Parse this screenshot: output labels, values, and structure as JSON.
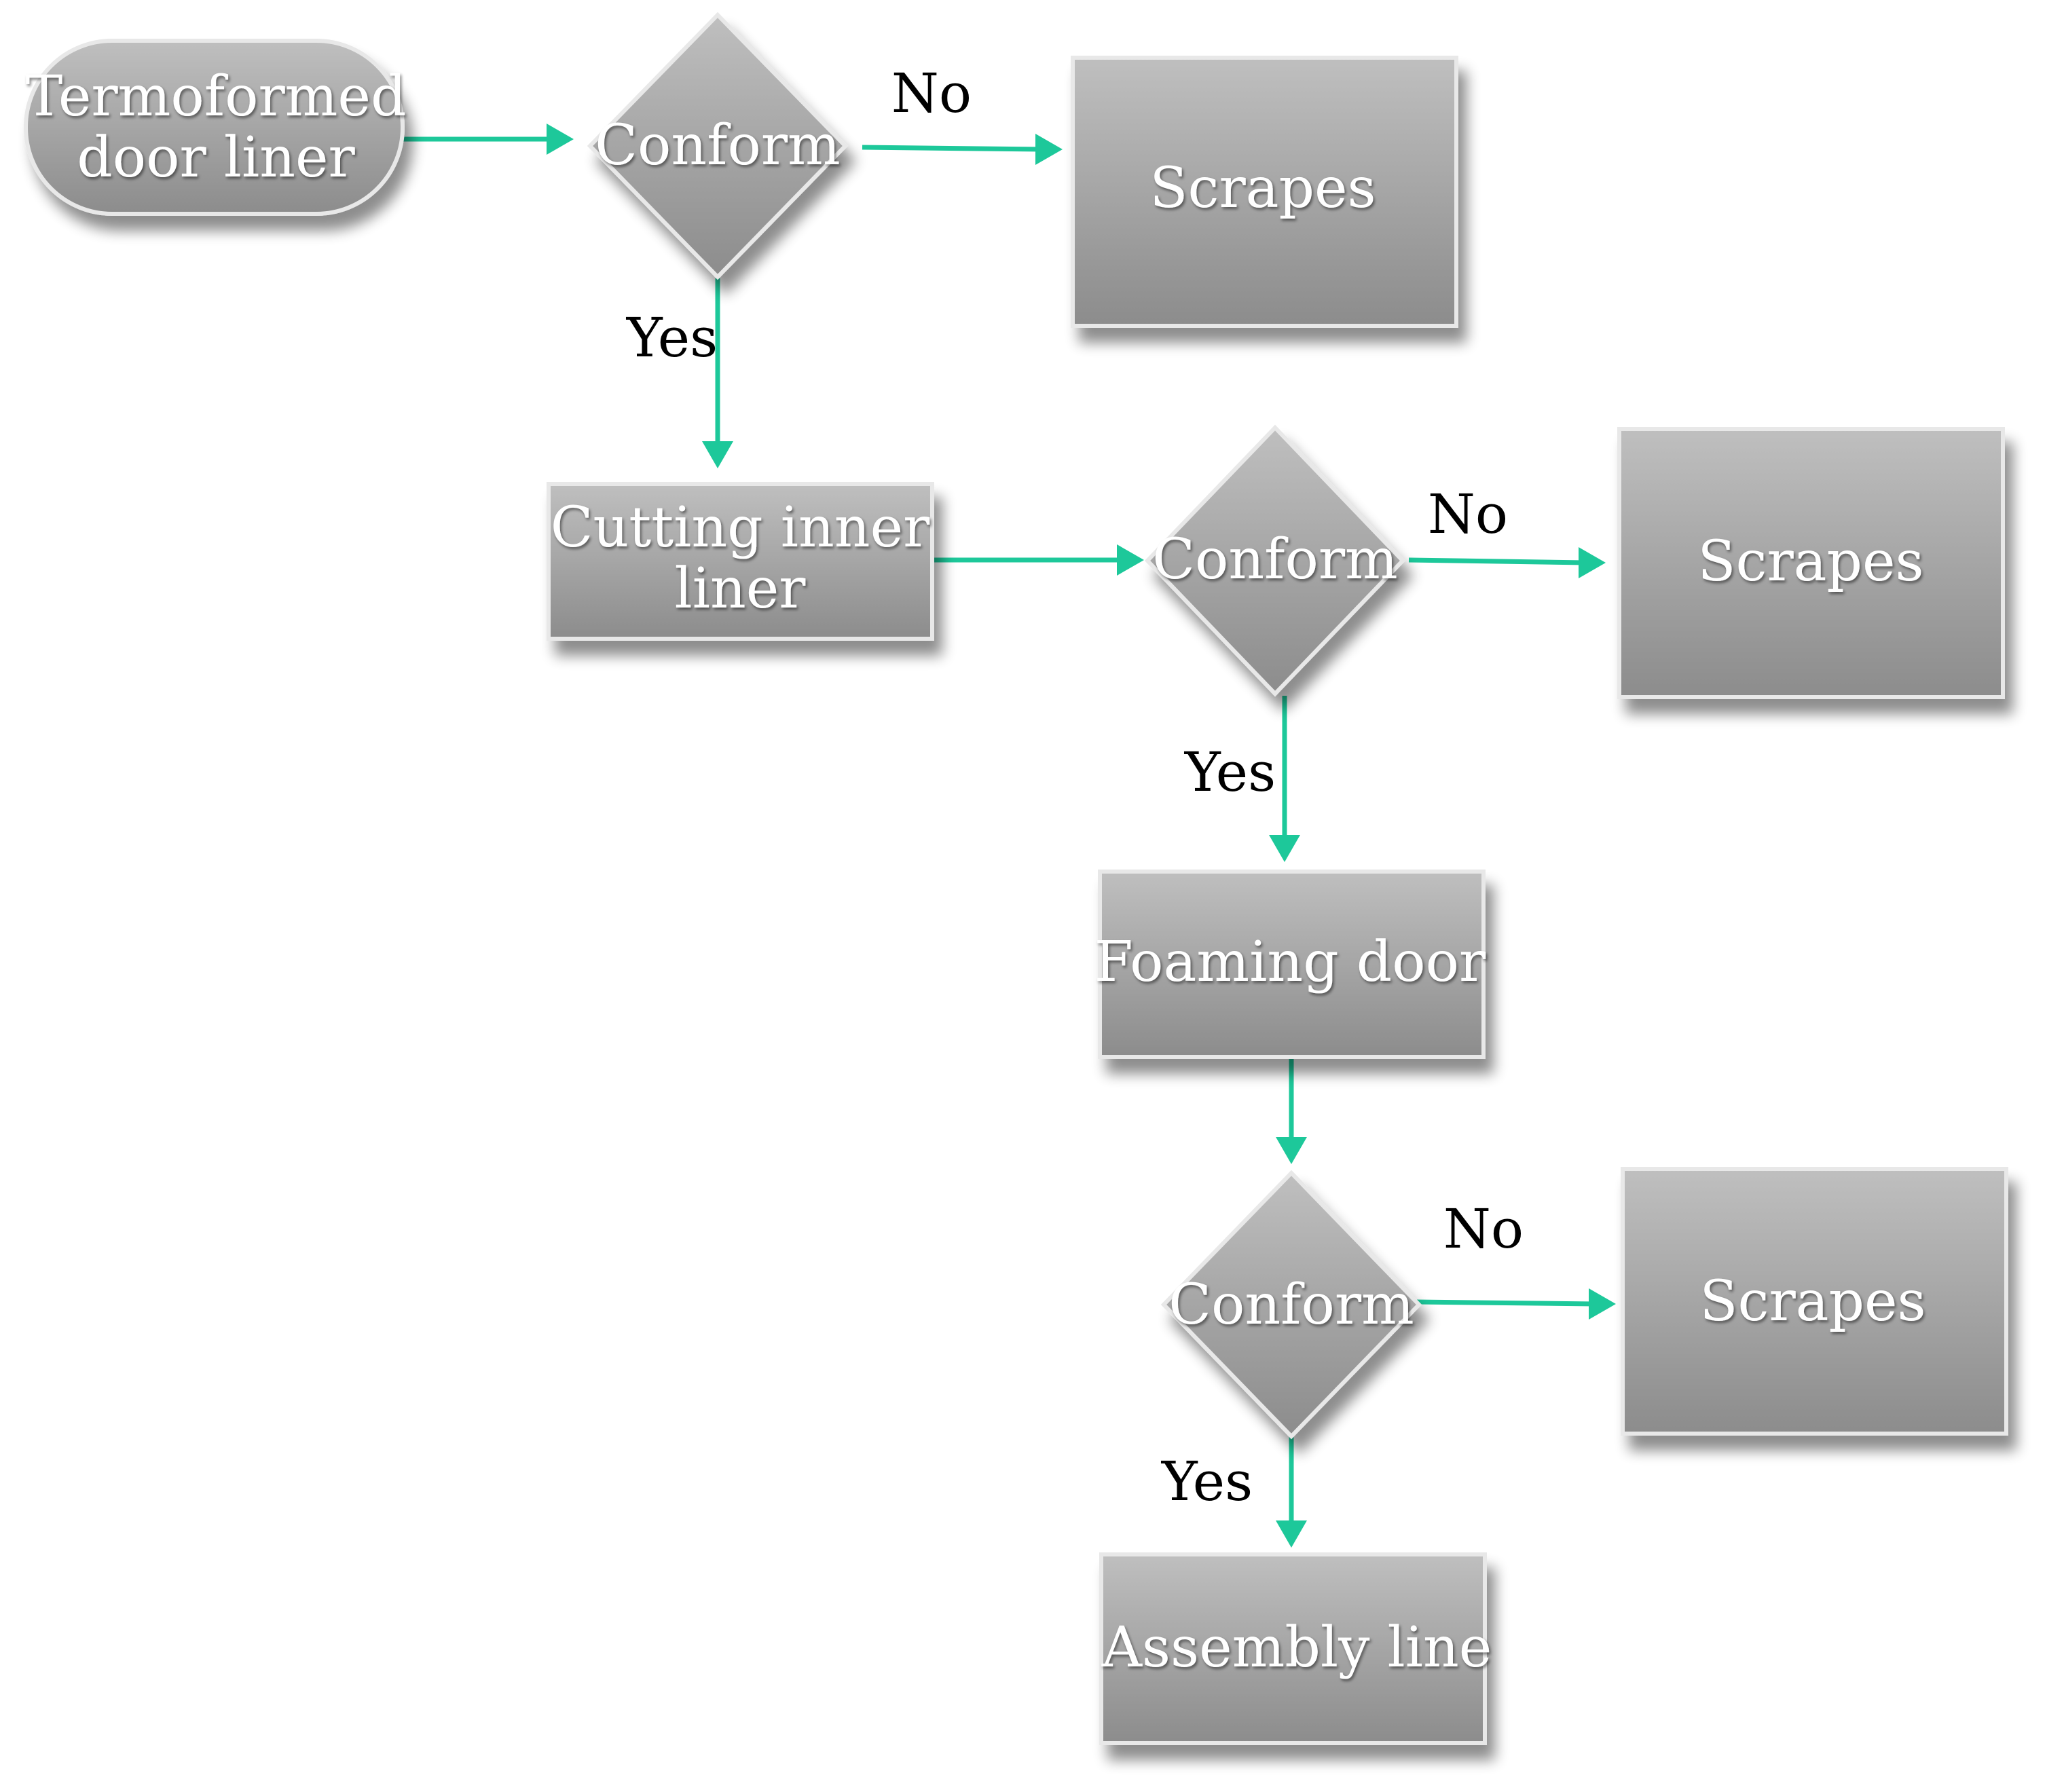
{
  "colors": {
    "connector": "#1dc89a",
    "node_fill_top": "#bdbdbd",
    "node_fill_bottom": "#8e8e8e",
    "node_text": "#ffffff",
    "label_text": "#000000"
  },
  "nodes": {
    "start": "Termoformed door liner",
    "start_line1": "Termoformed",
    "start_line2": "door liner",
    "conform_1": "Conform",
    "scrapes_1": "Scrapes",
    "cutting_line1": "Cutting inner",
    "cutting_line2": "liner",
    "conform_2": "Conform",
    "scrapes_2": "Scrapes",
    "foaming": "Foaming door",
    "conform_3": "Conform",
    "scrapes_3": "Scrapes",
    "assembly": "Assembly line"
  },
  "edges": {
    "no_1": "No",
    "yes_1": "Yes",
    "no_2": "No",
    "yes_2": "Yes",
    "no_3": "No",
    "yes_3": "Yes"
  }
}
